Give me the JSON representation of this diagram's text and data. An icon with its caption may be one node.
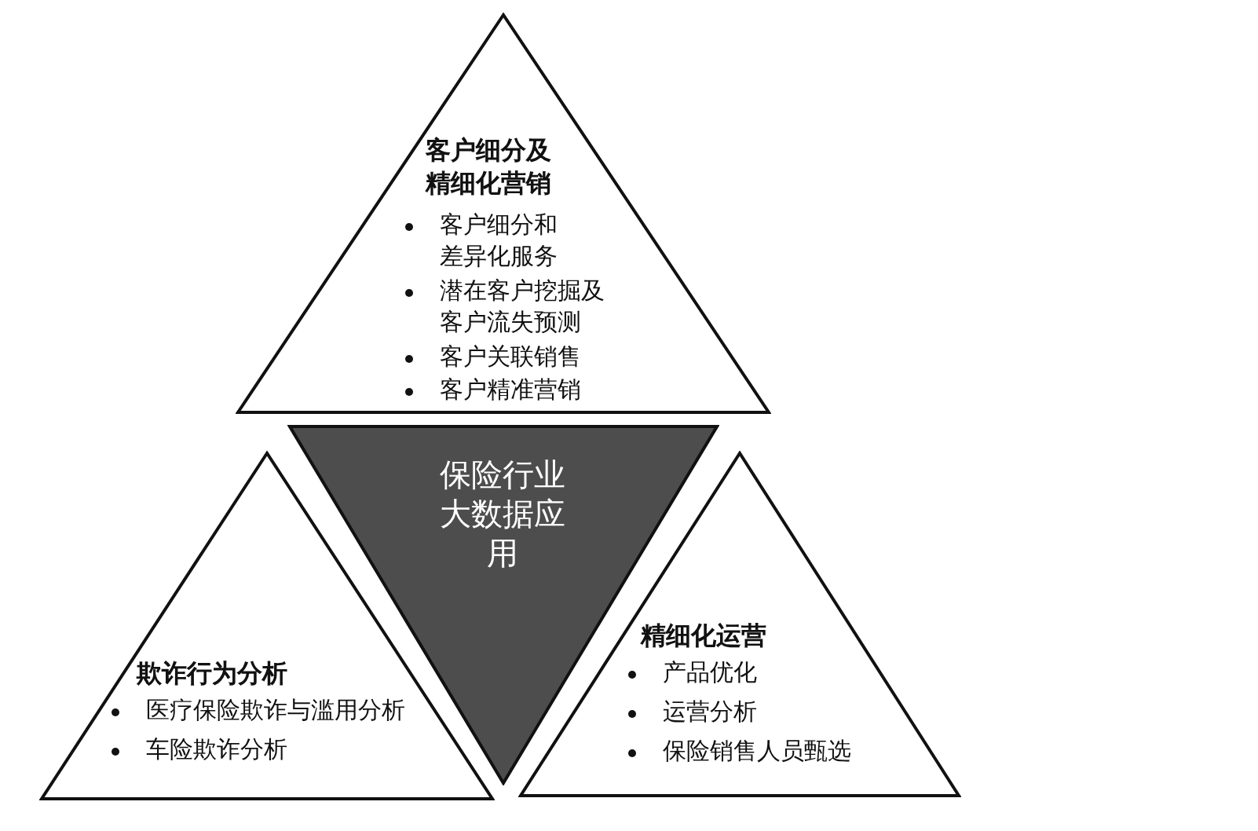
{
  "diagram": {
    "nodes": [
      {
        "text": [
          "客户细分及精细化营销",
          "客户细分和差异化服务",
          "潜在客户挖掘及客户流失预测",
          "客户关联销售",
          "客户精准营销"
        ]
      },
      {
        "text": [
          "保险行业大数据应用"
        ]
      },
      {
        "text": [
          "欺诈行为分析",
          "医疗保险欺诈与滥用分析",
          "车险欺诈分析"
        ]
      },
      {
        "text": [
          "精细化运营",
          "产品优化",
          "运营分析",
          "保险销售人员甄选"
        ]
      }
    ]
  }
}
